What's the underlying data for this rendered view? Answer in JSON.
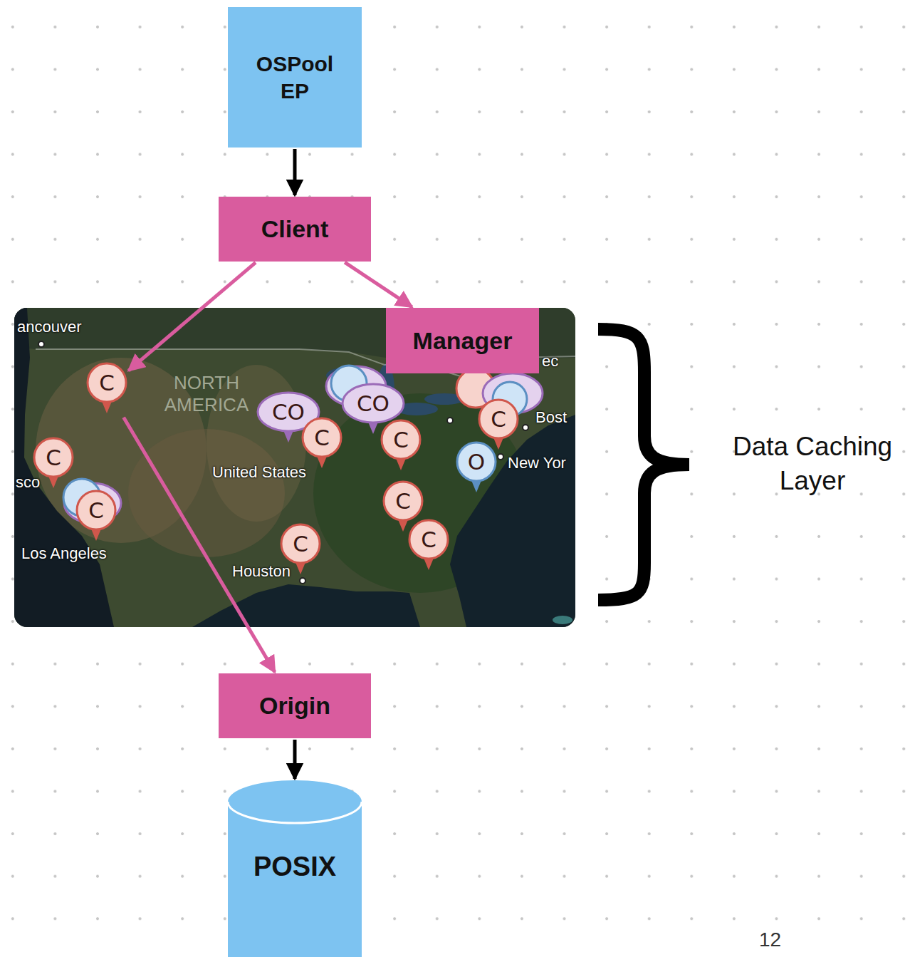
{
  "diagram": {
    "nodes": [
      {
        "text": [
          "OSPool EP"
        ]
      },
      {
        "text": [
          "Client"
        ]
      },
      {
        "text": [
          "Manager"
        ]
      },
      {
        "text": [
          "C"
        ]
      },
      {
        "text": [
          "CO"
        ]
      },
      {
        "text": [
          "CO"
        ]
      },
      {
        "text": [
          "C"
        ]
      },
      {
        "text": [
          "C"
        ]
      },
      {
        "text": [
          "C"
        ]
      },
      {
        "text": [
          "C"
        ]
      },
      {
        "text": [
          "O"
        ]
      },
      {
        "text": [
          "C"
        ]
      },
      {
        "text": [
          "C"
        ]
      },
      {
        "text": [
          "C"
        ]
      },
      {
        "text": [
          "C"
        ]
      },
      {
        "text": [
          "Origin"
        ]
      },
      {
        "text": [
          "POSIX"
        ]
      }
    ],
    "edges": [
      {
        "from": 0,
        "to": 1,
        "arrow": "to"
      },
      {
        "from": 1,
        "to": 3,
        "arrow": "to"
      },
      {
        "from": 1,
        "to": 2,
        "arrow": "to"
      },
      {
        "from": 3,
        "to": 15,
        "arrow": "to"
      },
      {
        "from": 15,
        "to": 16,
        "arrow": "to"
      }
    ],
    "labels": [
      "ancouver",
      "ec",
      "NORTH AMERICA",
      "Bost",
      "sco",
      "United States",
      "New Yor",
      "Los Angeles",
      "Houston",
      "Data Caching Layer",
      "12"
    ]
  }
}
